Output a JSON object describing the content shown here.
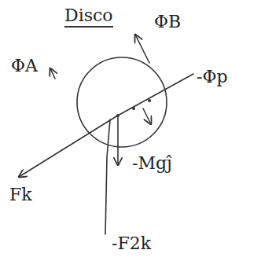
{
  "diagram": {
    "title": "Disco",
    "labels": [
      "ΦB",
      "ΦA",
      "-Φp",
      "Fk",
      "-Mgĵ",
      "-F2k"
    ]
  }
}
